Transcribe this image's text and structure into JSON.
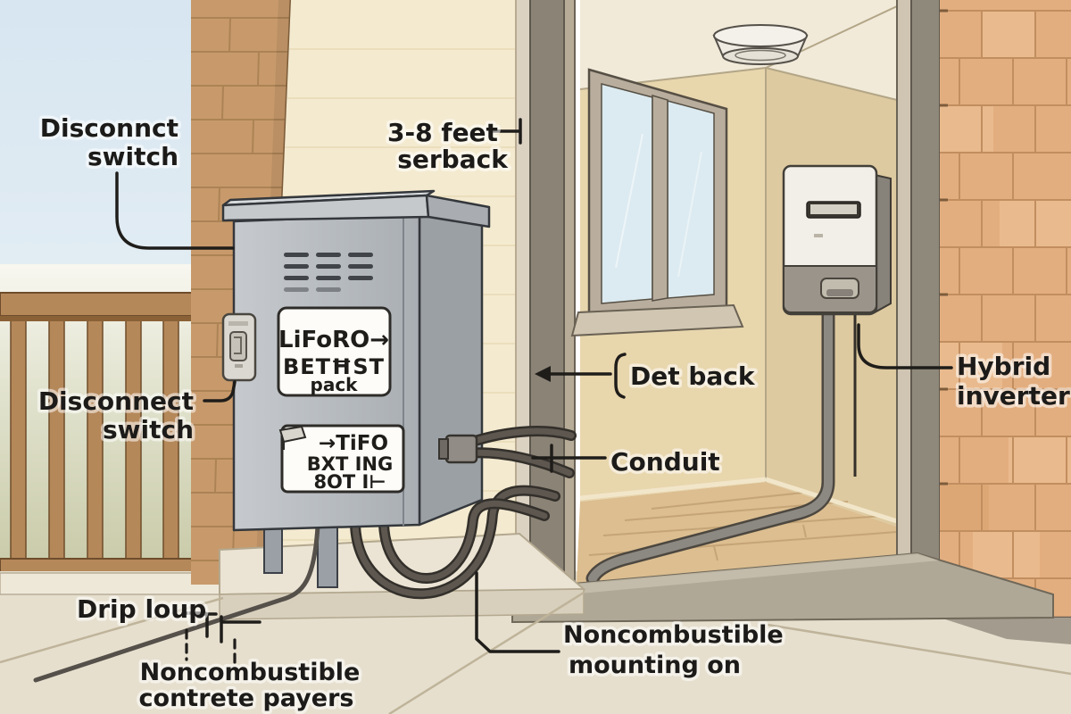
{
  "diagram": {
    "labels": {
      "disconnect_top": {
        "line1": "Disconnct",
        "line2": "switch"
      },
      "setback": {
        "line1": "3-8 feet",
        "line2": "serback"
      },
      "disconnect_left": {
        "line1": "Disconnect",
        "line2": "switch"
      },
      "battery_pack_label": {
        "line1": "LiFoRO→",
        "line2": "BETĦST",
        "line3": "pack"
      },
      "battery_rating_label": {
        "line1": "→TiFO",
        "line2": "BXT ING",
        "line3": "8OT I⊢"
      },
      "setback_inner": {
        "text": "Det back"
      },
      "conduit": {
        "text": "Conduit"
      },
      "hybrid_inverter": {
        "line1": "Hybrid",
        "line2": "inverter"
      },
      "drip_loop": {
        "text": "Drip loup"
      },
      "concrete_pavers": {
        "line1": "Noncombustible",
        "line2": "contrete payers"
      },
      "noncombustible_mounting": {
        "line1": "Noncombustible",
        "line2": "mounting on"
      }
    },
    "colors": {
      "label_text": "#1c1b19",
      "leader_line": "#1f1d1a",
      "sky": "#d9e7f2",
      "exterior_wall_cream": "#f4ead0",
      "brick_pillar_tan": "#c89a6b",
      "brick_wall_orange": "#e3ae7f",
      "wood_railing": "#b5885a",
      "cabinet_gray": "#b9bdc1",
      "door_frame_bronze": "#8b8376",
      "interior_wall_beige": "#e8d6ad",
      "wood_floor": "#dcbe90",
      "concrete": "#e6dfce",
      "cable_dark": "#55504a",
      "label_card_white": "#fdfcf8"
    }
  }
}
